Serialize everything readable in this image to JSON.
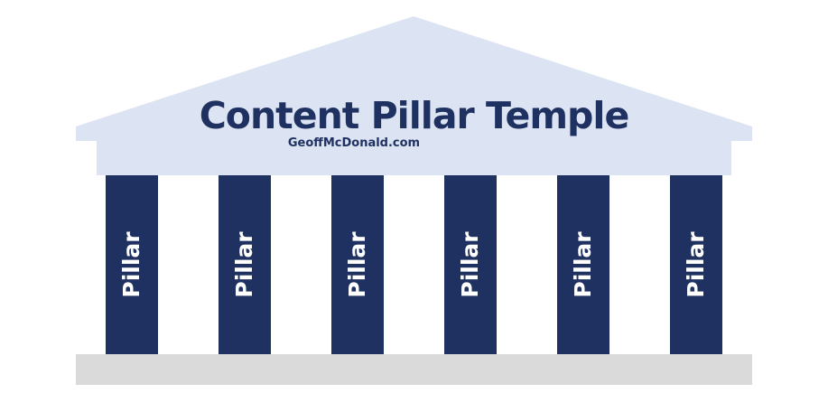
{
  "title": "Content Pillar Temple",
  "subtitle": "GeoffMcDonald.com",
  "pillars": [
    {
      "label": "Pillar"
    },
    {
      "label": "Pillar"
    },
    {
      "label": "Pillar"
    },
    {
      "label": "Pillar"
    },
    {
      "label": "Pillar"
    },
    {
      "label": "Pillar"
    }
  ],
  "colors": {
    "roof": "#dce3f2",
    "pillar": "#1f3160",
    "base": "#dadada",
    "title_text": "#1f3160",
    "pillar_text": "#ffffff",
    "background": "#ffffff"
  }
}
